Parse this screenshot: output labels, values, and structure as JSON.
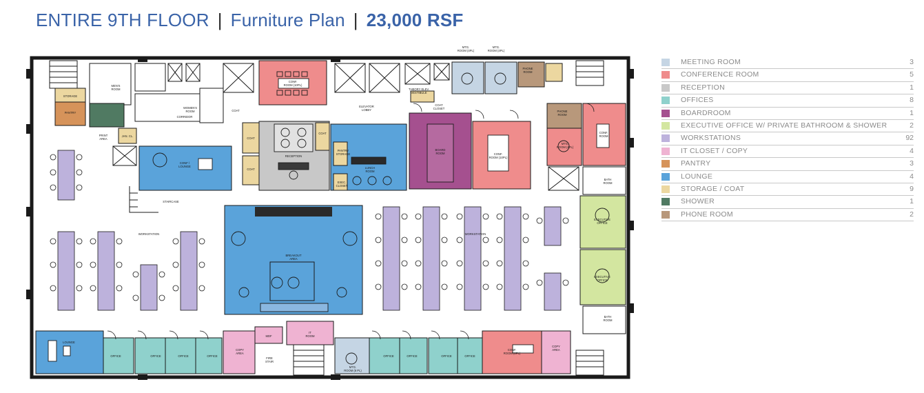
{
  "header": {
    "floor": "ENTIRE 9TH FLOOR",
    "sep": "|",
    "plan_type": "Furniture Plan",
    "area": "23,000 RSF"
  },
  "colors": {
    "meeting": "#c5d5e4",
    "conference": "#ef8c8c",
    "reception": "#c8c8c8",
    "offices": "#8fd1cc",
    "boardroom": "#a5508f",
    "executive": "#d3e6a0",
    "workstations": "#bdb2dc",
    "it": "#efb3d2",
    "pantry": "#d6935a",
    "lounge": "#5aa3da",
    "storage": "#ecd7a0",
    "shower": "#507a62",
    "phone": "#b8987b",
    "title": "#3a63a8"
  },
  "legend": [
    {
      "label": "MEETING ROOM",
      "count": "3",
      "color": "#c5d5e4"
    },
    {
      "label": "CONFERENCE ROOM",
      "count": "5",
      "color": "#ef8c8c"
    },
    {
      "label": "RECEPTION",
      "count": "1",
      "color": "#c8c8c8"
    },
    {
      "label": "OFFICES",
      "count": "8",
      "color": "#8fd1cc"
    },
    {
      "label": "BOARDROOM",
      "count": "1",
      "color": "#a5508f"
    },
    {
      "label": "EXECUTIVE OFFICE W/ PRIVATE BATHROOM & SHOWER",
      "count": "2",
      "color": "#d3e6a0"
    },
    {
      "label": "WORKSTATIONS",
      "count": "92",
      "color": "#bdb2dc"
    },
    {
      "label": "IT CLOSET / COPY",
      "count": "4",
      "color": "#efb3d2"
    },
    {
      "label": "PANTRY",
      "count": "3",
      "color": "#d6935a"
    },
    {
      "label": "LOUNGE",
      "count": "4",
      "color": "#5aa3da"
    },
    {
      "label": "STORAGE / COAT",
      "count": "9",
      "color": "#ecd7a0"
    },
    {
      "label": "SHOWER",
      "count": "1",
      "color": "#507a62"
    },
    {
      "label": "PHONE ROOM",
      "count": "2",
      "color": "#b8987b"
    }
  ],
  "rooms": {
    "storage": "STORAGE",
    "pantry": "PANTRY",
    "mens": "MEN'S",
    "mens_room": "ROOM",
    "womens": "WOMEN'S",
    "womens_room": "ROOM",
    "corridor": "CORRIDOR",
    "print": "PRINT",
    "area": "AREA",
    "jan": "JAN. CL.",
    "conf_lounge_a": "CONF /",
    "conf_lounge_b": "LOUNGE",
    "staircase": "STAIRCASE",
    "conf10_a": "CONF.",
    "conf10_b": "ROOM (10PL)",
    "coat": "COAT",
    "elevator_a": "ELEVATOR",
    "elevator_b": "LOBBY",
    "theory_a": "THEORY ELEV.",
    "theory_b": "VESTIBULE",
    "coat_closet_a": "COAT",
    "coat_closet_b": "CLOSET",
    "reception": "RECEPTION",
    "pantry_storage_a": "PANTRY",
    "pantry_storage_b": "STORAGE",
    "exec_closet_a": "EXEC.",
    "exec_closet_b": "CLOSET",
    "lunch_a": "LUNCH",
    "lunch_b": "ROOM",
    "board_a": "BOARD",
    "board_b": "ROOM",
    "conf_mid_a": "CONF.",
    "conf_mid_b": "ROOM (10PL)",
    "mtg4_a": "MTG.",
    "mtg4_b": "ROOM (4PL)",
    "phone_a": "PHONE",
    "phone_b": "ROOM",
    "conf_right_a": "CONF.",
    "conf_right_b": "ROOM",
    "bath": "BATH",
    "bath_room": "ROOM",
    "exec_a": "EXECUTIVE",
    "exec_b": "OFFICE",
    "breakout_a": "BREAKOUT",
    "breakout_b": "AREA",
    "workstation": "WORKSTATION",
    "lounge": "LOUNGE",
    "office": "OFFICE",
    "copy_a": "COPY",
    "copy_b": "AREA",
    "mdf": "MDF",
    "it_a": "IT",
    "it_b": "ROOM",
    "fire_a": "FIRE",
    "fire_b": "STAIR",
    "mtg6_a": "MTG.",
    "mtg6_b": "ROOM (6 PL)",
    "conf8_a": "CONF.",
    "conf8_b": "ROOM (8PL)"
  }
}
